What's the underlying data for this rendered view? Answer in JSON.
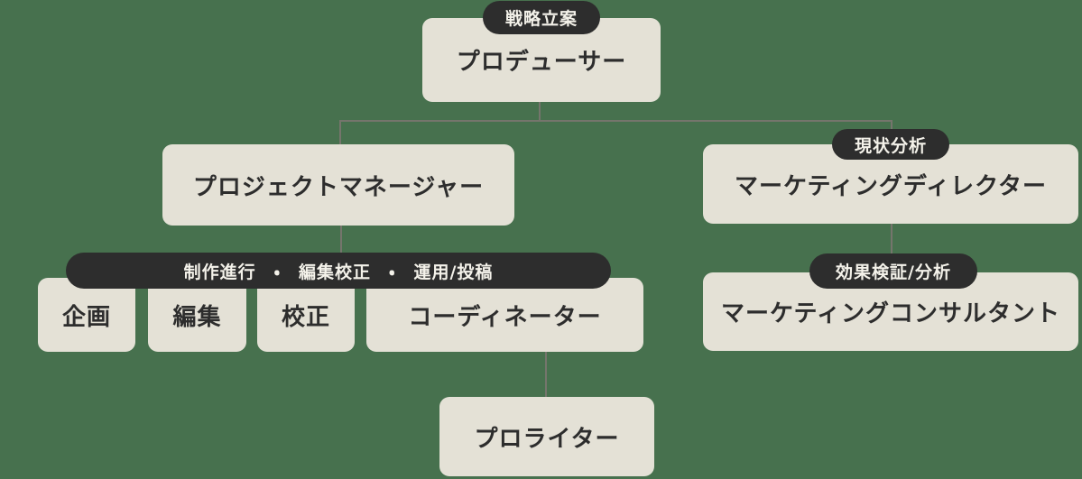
{
  "colors": {
    "background": "#47714e",
    "node_fill": "#e4e1d6",
    "badge_fill": "#2d2d2d",
    "node_text": "#2d2d2d",
    "badge_text": "#f4f2ea",
    "connector": "#75756c"
  },
  "org_chart": {
    "producer": {
      "badge": "戦略立案",
      "label": "プロデューサー"
    },
    "project_manager": {
      "label": "プロジェクトマネージャー"
    },
    "marketing_director": {
      "badge": "現状分析",
      "label": "マーケティングディレクター"
    },
    "pm_tasks_pill": "制作進行　・　編集校正　・　運用/投稿",
    "planning": {
      "label": "企画"
    },
    "editing": {
      "label": "編集"
    },
    "proofreading": {
      "label": "校正"
    },
    "coordinator": {
      "label": "コーディネーター"
    },
    "pro_writer": {
      "label": "プロライター"
    },
    "marketing_consultant": {
      "badge": "効果検証/分析",
      "label": "マーケティングコンサルタント"
    }
  }
}
